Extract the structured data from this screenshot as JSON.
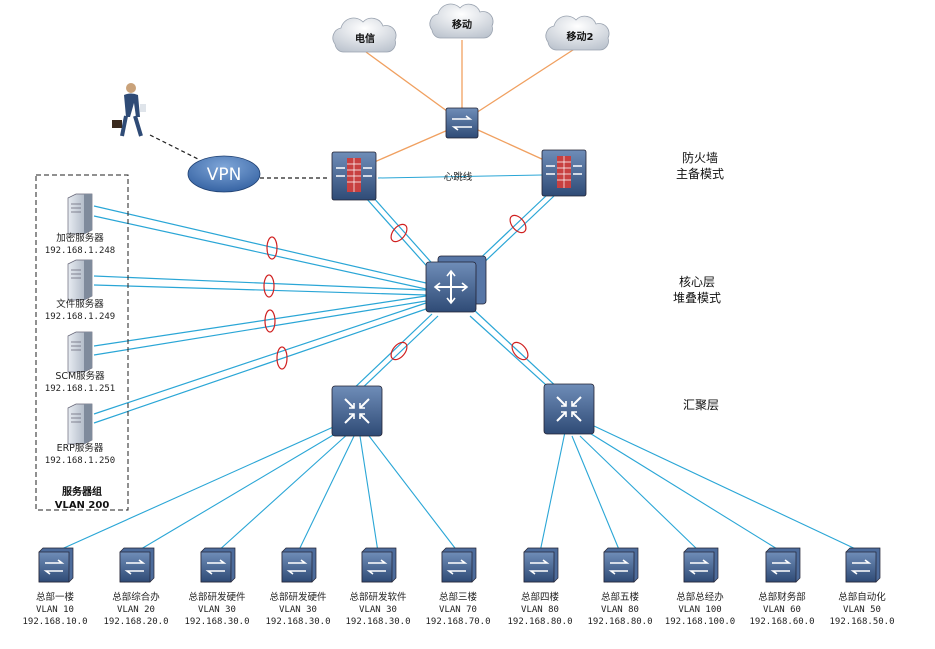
{
  "clouds": [
    {
      "label": "电信"
    },
    {
      "label": "移动"
    },
    {
      "label": "移动2"
    }
  ],
  "vpn": {
    "label": "VPN"
  },
  "heartbeat": {
    "label": "心跳线"
  },
  "layers": {
    "firewall": [
      "防火墙",
      "主备模式"
    ],
    "core": [
      "核心层",
      "堆叠模式"
    ],
    "aggregation": [
      "汇聚层"
    ]
  },
  "servers": [
    {
      "name": "加密服务器",
      "ip": "192.168.1.248"
    },
    {
      "name": "文件服务器",
      "ip": "192.168.1.249"
    },
    {
      "name": "SCM服务器",
      "ip": "192.168.1.251"
    },
    {
      "name": "ERP服务器",
      "ip": "192.168.1.250"
    }
  ],
  "server_group": {
    "title": "服务器组",
    "vlan": "VLAN 200"
  },
  "access": [
    {
      "name": "总部一楼",
      "vlan": "VLAN 10",
      "ip": "192.168.10.0"
    },
    {
      "name": "总部综合办",
      "vlan": "VLAN 20",
      "ip": "192.168.20.0"
    },
    {
      "name": "总部研发硬件",
      "vlan": "VLAN 30",
      "ip": "192.168.30.0"
    },
    {
      "name": "总部研发硬件",
      "vlan": "VLAN 30",
      "ip": "192.168.30.0"
    },
    {
      "name": "总部研发软件",
      "vlan": "VLAN 30",
      "ip": "192.168.30.0"
    },
    {
      "name": "总部三楼",
      "vlan": "VLAN 70",
      "ip": "192.168.70.0"
    },
    {
      "name": "总部四楼",
      "vlan": "VLAN 80",
      "ip": "192.168.80.0"
    },
    {
      "name": "总部五楼",
      "vlan": "VLAN 80",
      "ip": "192.168.80.0"
    },
    {
      "name": "总部总经办",
      "vlan": "VLAN 100",
      "ip": "192.168.100.0"
    },
    {
      "name": "总部财务部",
      "vlan": "VLAN 60",
      "ip": "192.168.60.0"
    },
    {
      "name": "总部自动化",
      "vlan": "VLAN 50",
      "ip": "192.168.50.0"
    }
  ],
  "colors": {
    "link": "#2aa6d6",
    "wan": "#f0a060",
    "device": "#3d5f8e",
    "lag": "#d02020"
  }
}
